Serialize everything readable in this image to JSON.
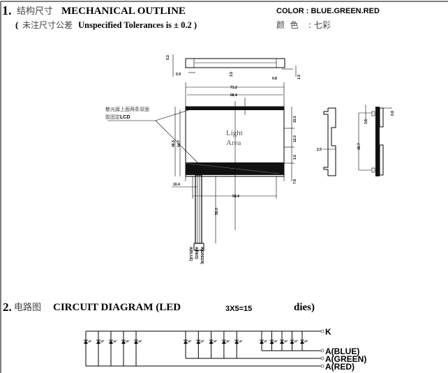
{
  "section1": {
    "number": "1.",
    "title_cn": "结构尺寸",
    "title_en": "MECHANICAL OUTLINE",
    "tolerance_open": "(",
    "tolerance_cn": "未注尺寸公差",
    "tolerance_en": "Unspecified Tolerances is ± 0.2 )",
    "color_label": "COLOR : BLUE.GREEN.RED",
    "color_cn_label": "颜  色",
    "color_cn_value": ": 七彩"
  },
  "drawing": {
    "note_line1": "散光膜上面两条双面",
    "note_line2": "胶固定",
    "note_lcd": "LCD",
    "light_area_1": "Light",
    "light_area_2": "Area",
    "dims": {
      "overall_width": "71.2",
      "inner_width": "68.4",
      "bottom_width": "58.4",
      "pin_offset": "10.4",
      "cable_length": "50.0",
      "side_thickness": "2.5",
      "side_height": "40.7",
      "top_height": "5.2",
      "top_left": "0.9",
      "top_mid": "3.5",
      "top_right": "0.8",
      "right_1": "15.5",
      "right_2": "12.0",
      "right_3": "1.6",
      "right_4": "7.8",
      "left_1": "48.5",
      "left_2": "44.7",
      "side_top": "3.5",
      "side_gap": "0.8",
      "top_fold": "1.5"
    },
    "pins": [
      "A(BLUE)",
      "A(RED)",
      "A(GREEN)"
    ]
  },
  "section2": {
    "number": "2.",
    "title_cn": "电路图",
    "title_en": "CIRCUIT DIAGRAM (LED",
    "count": "3X5=15",
    "suffix": "dies)"
  },
  "circuit": {
    "terminals": [
      "K",
      "A(BLUE)",
      "A(GREEN)",
      "A(RED)"
    ],
    "groups": [
      {
        "name": "red",
        "dies": 5
      },
      {
        "name": "green",
        "dies": 5
      },
      {
        "name": "blue",
        "dies": 5
      }
    ]
  }
}
